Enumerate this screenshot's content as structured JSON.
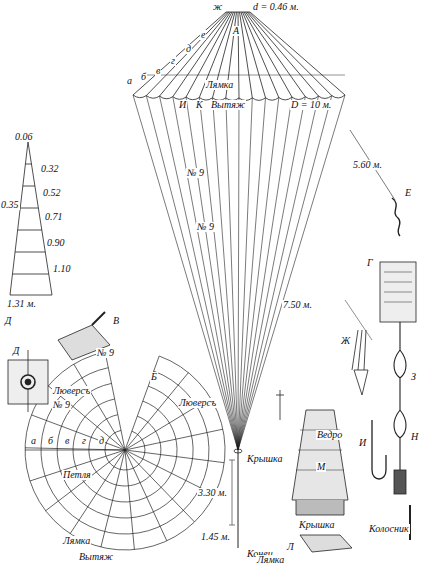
{
  "diagram": {
    "labels": [
      "А",
      "ж",
      "d = 0.46 м.",
      "а",
      "б",
      "в",
      "г",
      "д",
      "е",
      "Лямка",
      "И",
      "К",
      "Вытяж",
      "D = 10 м.",
      "№ 9",
      "№ 9",
      "5.60 м.",
      "7.50 м.",
      "Е",
      "0.06",
      "0.32",
      "0.52",
      "0.71",
      "0.90",
      "1.10",
      "1.31 м.",
      "0.35",
      "Д",
      "В",
      "№ 9",
      "Д",
      "Люверсъ",
      "№ 9",
      "Б",
      "а",
      "б",
      "в",
      "г",
      "д",
      "Люверсъ",
      "Петля",
      "Лямка",
      "Вытяж",
      "Крышка",
      "3.30 м.",
      "1.45 м.",
      "Конец",
      "Ведро",
      "М",
      "Крышка",
      "Г",
      "Ж",
      "З",
      "И",
      "Н",
      "Л",
      "Лямка",
      "Колосник"
    ]
  }
}
